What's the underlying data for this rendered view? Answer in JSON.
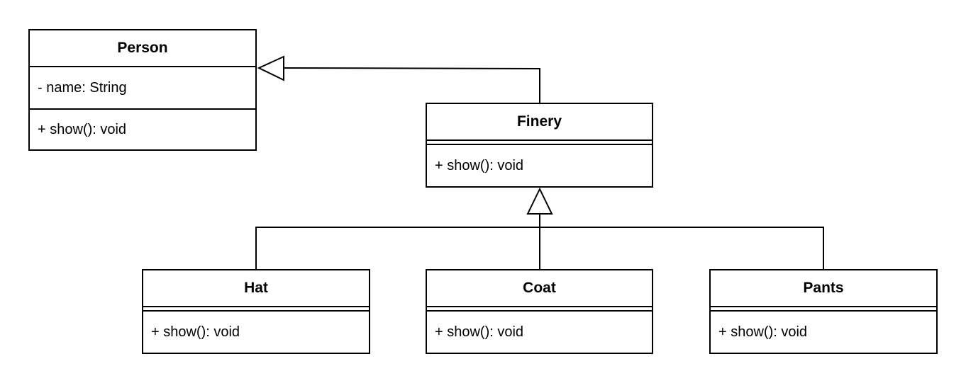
{
  "classes": {
    "person": {
      "name": "Person",
      "attribute": "- name: String",
      "method": "+ show(): void"
    },
    "finery": {
      "name": "Finery",
      "method": "+ show(): void"
    },
    "hat": {
      "name": "Hat",
      "method": "+ show(): void"
    },
    "coat": {
      "name": "Coat",
      "method": "+ show(): void"
    },
    "pants": {
      "name": "Pants",
      "method": "+ show(): void"
    }
  },
  "relations": [
    {
      "type": "generalization",
      "from": "finery",
      "to": "person"
    },
    {
      "type": "generalization",
      "from": "hat",
      "to": "finery"
    },
    {
      "type": "generalization",
      "from": "coat",
      "to": "finery"
    },
    {
      "type": "generalization",
      "from": "pants",
      "to": "finery"
    }
  ]
}
